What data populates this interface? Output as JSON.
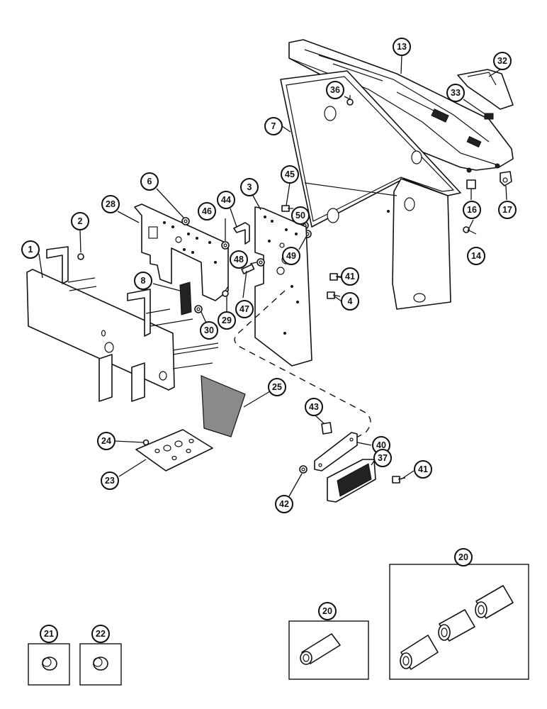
{
  "diagram": {
    "callouts": [
      {
        "id": "c1",
        "label": "1"
      },
      {
        "id": "c2",
        "label": "2"
      },
      {
        "id": "c3",
        "label": "3"
      },
      {
        "id": "c4",
        "label": "4"
      },
      {
        "id": "c6",
        "label": "6"
      },
      {
        "id": "c7",
        "label": "7"
      },
      {
        "id": "c8",
        "label": "8"
      },
      {
        "id": "c13",
        "label": "13"
      },
      {
        "id": "c14",
        "label": "14"
      },
      {
        "id": "c16",
        "label": "16"
      },
      {
        "id": "c17",
        "label": "17"
      },
      {
        "id": "c20a",
        "label": "20"
      },
      {
        "id": "c20b",
        "label": "20"
      },
      {
        "id": "c21",
        "label": "21"
      },
      {
        "id": "c22",
        "label": "22"
      },
      {
        "id": "c23",
        "label": "23"
      },
      {
        "id": "c24",
        "label": "24"
      },
      {
        "id": "c25",
        "label": "25"
      },
      {
        "id": "c28",
        "label": "28"
      },
      {
        "id": "c29",
        "label": "29"
      },
      {
        "id": "c30",
        "label": "30"
      },
      {
        "id": "c32",
        "label": "32"
      },
      {
        "id": "c33",
        "label": "33"
      },
      {
        "id": "c36",
        "label": "36"
      },
      {
        "id": "c37",
        "label": "37"
      },
      {
        "id": "c40",
        "label": "40"
      },
      {
        "id": "c41a",
        "label": "41"
      },
      {
        "id": "c41b",
        "label": "41"
      },
      {
        "id": "c42",
        "label": "42"
      },
      {
        "id": "c43",
        "label": "43"
      },
      {
        "id": "c44",
        "label": "44"
      },
      {
        "id": "c45",
        "label": "45"
      },
      {
        "id": "c46",
        "label": "46"
      },
      {
        "id": "c47",
        "label": "47"
      },
      {
        "id": "c48",
        "label": "48"
      },
      {
        "id": "c49",
        "label": "49"
      },
      {
        "id": "c50",
        "label": "50"
      }
    ]
  }
}
